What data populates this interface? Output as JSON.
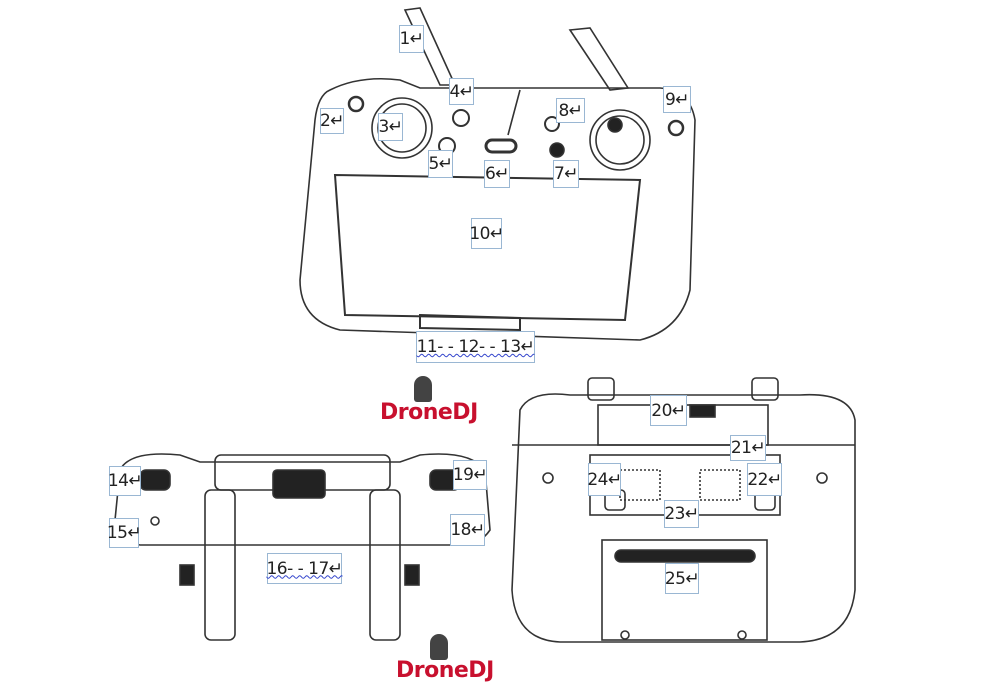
{
  "title": "Remote controller component diagram",
  "watermark": "DroneDJ",
  "callouts": {
    "c1": "1↵",
    "c2": "2↵",
    "c3": "3↵",
    "c4": "4↵",
    "c5": "5↵",
    "c6": "6↵",
    "c7": "7↵",
    "c8": "8↵",
    "c9": "9↵",
    "c10": "10↵",
    "c11_13": "11- - 12- - 13↵",
    "c14": "14↵",
    "c15": "15↵",
    "c16_17": "16- - 17↵",
    "c18": "18↵",
    "c19": "19↵",
    "c20": "20↵",
    "c21": "21↵",
    "c22": "22↵",
    "c23": "23↵",
    "c24": "24↵",
    "c25": "25↵"
  },
  "colors": {
    "callout_border": "#9ab7d3",
    "logo": "#c8102e",
    "line": "#333333"
  }
}
